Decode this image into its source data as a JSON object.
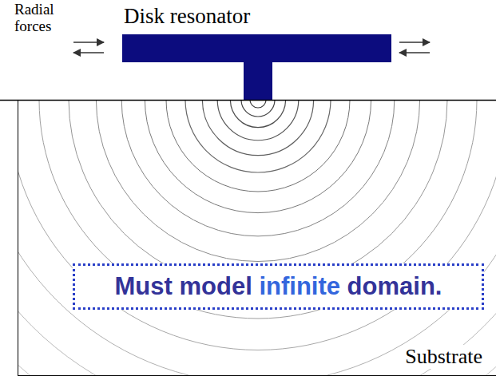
{
  "diagram": {
    "nodes": [
      {
        "text": [
          "Substrate"
        ]
      },
      {
        "text": [
          "Must model infinite domain."
        ],
        "in": 0
      }
    ],
    "labels": [
      "Radial forces",
      "Disk resonator"
    ]
  }
}
